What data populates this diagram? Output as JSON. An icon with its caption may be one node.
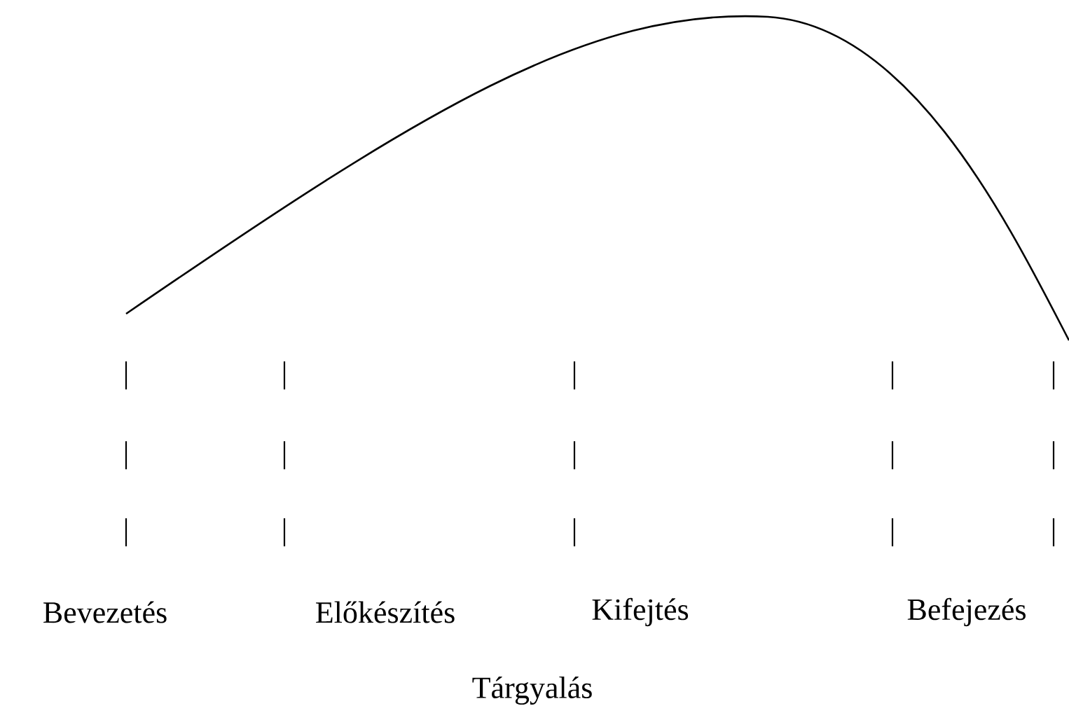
{
  "diagram": {
    "labels": [
      "|",
      "|",
      "|",
      "|",
      "|",
      "|",
      "|",
      "|",
      "|",
      "|",
      "|",
      "|",
      "|",
      "|",
      "|",
      "Bevezetés",
      "Előkészítés",
      "Kifejtés",
      "Befejezés",
      "Tárgyalás"
    ]
  }
}
